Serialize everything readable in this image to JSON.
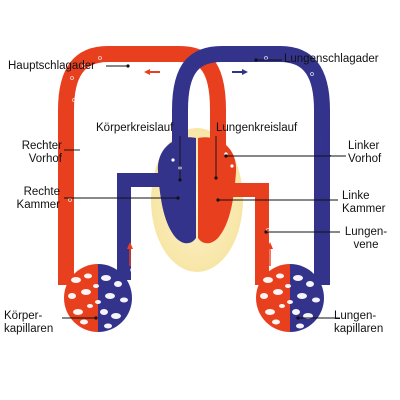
{
  "colors": {
    "oxygen_rich": "#e8401f",
    "oxygen_poor": "#33338c",
    "background_glow": "#fbeec0",
    "leader": "#111111"
  },
  "labels": {
    "hauptschlagader": "Hauptschlagader",
    "lungenschlagader": "Lungenschlagader",
    "koerperkreislauf": "Körperkreislauf",
    "lungenkreislauf": "Lungenkreislauf",
    "rechter_vorhof": [
      "Rechter",
      "Vorhof"
    ],
    "linker_vorhof": [
      "Linker",
      "Vorhof"
    ],
    "rechte_kammer": [
      "Rechte",
      "Kammer"
    ],
    "linke_kammer": [
      "Linke",
      "Kammer"
    ],
    "lungenvene": [
      "Lungen-",
      "vene"
    ],
    "koerperkapillaren": [
      "Körper-",
      "kapillaren"
    ],
    "lungenkapillaren": [
      "Lungen-",
      "kapillaren"
    ]
  }
}
